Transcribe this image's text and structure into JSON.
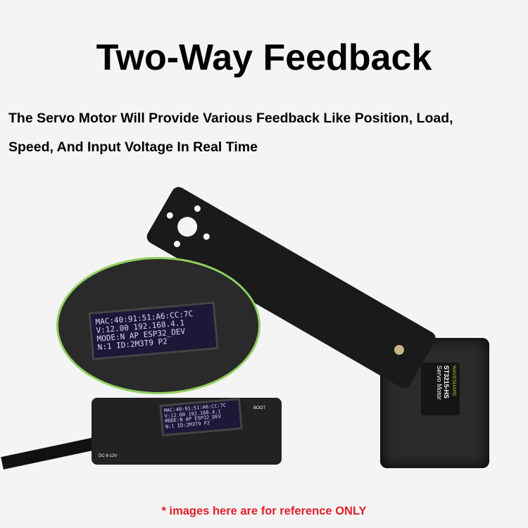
{
  "title": "Two-Way Feedback",
  "subtitle_line1": "The Servo Motor Will Provide Various Feedback Like Position, Load,",
  "subtitle_line2": "Speed, And Input Voltage In Real Time",
  "oled": "MAC:40:91:51:A6:CC:7C\nV:12.00 192.168.4.1\nMODE:N AP ESP32_DEV\nN:1 ID:2M3T9 P2",
  "servo_label": {
    "brand": "WAVESHARE",
    "model": "ST3215-HS",
    "type": "Servo Motor"
  },
  "board_labels": {
    "boot": "BOOT",
    "power": "DC 6-12V"
  },
  "note": "* images here are for reference ONLY",
  "colors": {
    "note": "#e0202a",
    "callout": "#8fd060"
  }
}
